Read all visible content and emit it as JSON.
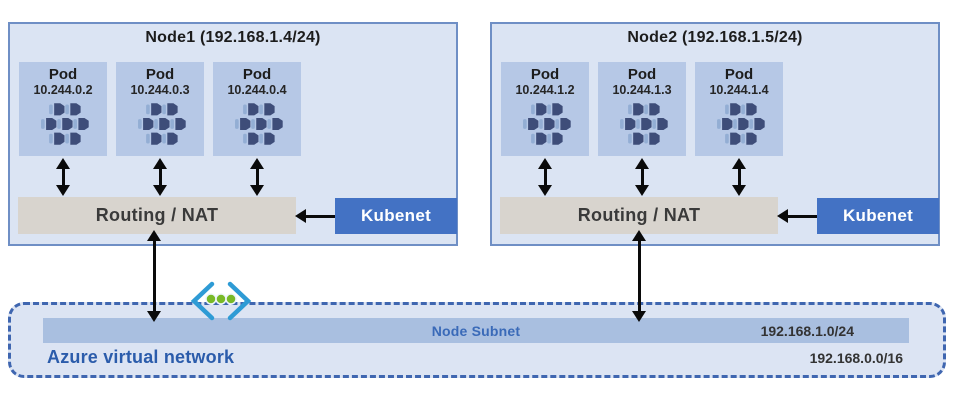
{
  "nodes": [
    {
      "title": "Node1 (192.168.1.4/24)",
      "routing_label": "Routing / NAT",
      "kubenet_label": "Kubenet",
      "pods": [
        {
          "label": "Pod",
          "ip": "10.244.0.2"
        },
        {
          "label": "Pod",
          "ip": "10.244.0.3"
        },
        {
          "label": "Pod",
          "ip": "10.244.0.4"
        }
      ]
    },
    {
      "title": "Node2 (192.168.1.5/24)",
      "routing_label": "Routing / NAT",
      "kubenet_label": "Kubenet",
      "pods": [
        {
          "label": "Pod",
          "ip": "10.244.1.2"
        },
        {
          "label": "Pod",
          "ip": "10.244.1.3"
        },
        {
          "label": "Pod",
          "ip": "10.244.1.4"
        }
      ]
    }
  ],
  "vnet": {
    "label": "Azure virtual network",
    "cidr": "192.168.0.0/16",
    "subnet": {
      "label": "Node Subnet",
      "cidr": "192.168.1.0/24"
    }
  },
  "icons": {
    "pod": "pod-containers-icon",
    "vnet": "azure-virtual-network-icon",
    "arrows": "double-headed-black-arrows"
  },
  "colors": {
    "node_fill": "#dbe4f3",
    "node_border": "#6f8fc5",
    "pod_fill": "#b6c8e6",
    "pod_icon_dark": "#3e4d79",
    "pod_icon_light": "#93aed4",
    "routing_fill": "#d8d4ce",
    "routing_text": "#3a3a3a",
    "kubenet_fill": "#4372c4",
    "kubenet_text": "#ffffff",
    "subnet_fill": "#a9bfe0",
    "subnet_label_text": "#3a6ab8",
    "vnet_fill": "#dce4f3",
    "vnet_border": "#3f66b0",
    "vnet_label_text": "#2b5cab",
    "arrow": "#0a0a0a",
    "vnet_icon_chevron": "#2e9bd5",
    "vnet_icon_dots": "#79b928"
  }
}
